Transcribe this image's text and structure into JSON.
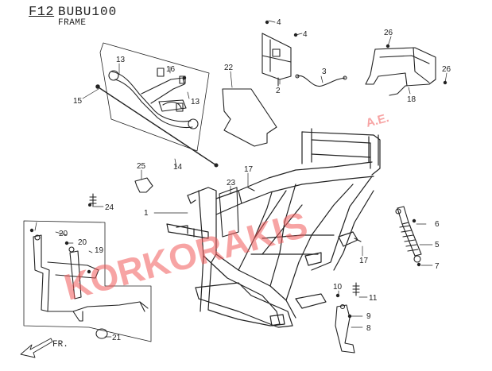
{
  "header": {
    "code": "F12",
    "model": "BUBU100",
    "subtitle": "FRAME"
  },
  "watermark": {
    "text": "KORKORAKIS",
    "suffix": "A.E.",
    "color": "#f05a5a"
  },
  "direction_label": "FR.",
  "callouts": [
    "1",
    "2",
    "3",
    "4",
    "4",
    "5",
    "6",
    "7",
    "8",
    "9",
    "10",
    "11",
    "13",
    "13",
    "14",
    "15",
    "16",
    "17",
    "17",
    "18",
    "19",
    "20",
    "20",
    "21",
    "22",
    "23",
    "24",
    "25",
    "26",
    "26"
  ]
}
